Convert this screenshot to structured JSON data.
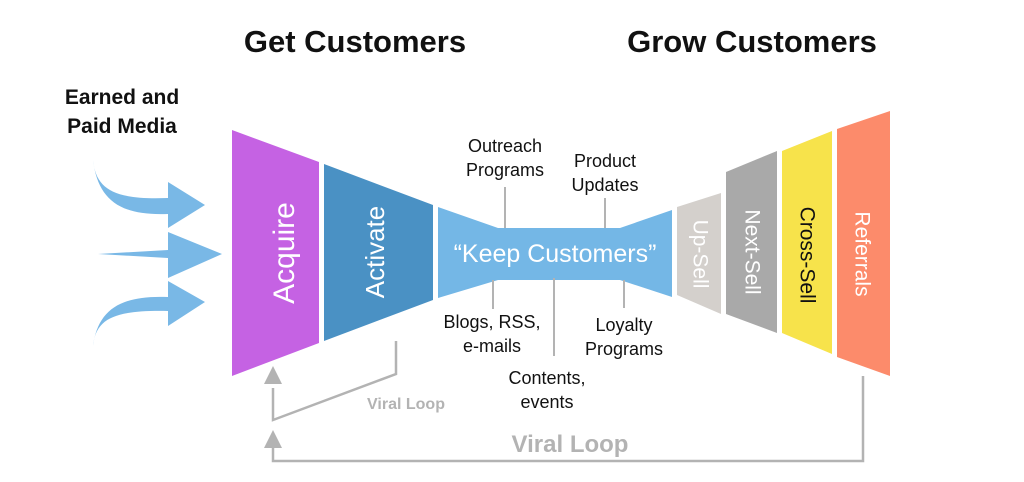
{
  "headers": {
    "get": "Get Customers",
    "grow": "Grow Customers"
  },
  "media": {
    "line1": "Earned and",
    "line2": "Paid Media"
  },
  "stages": {
    "acquire": {
      "label": "Acquire",
      "color": "#c562e3"
    },
    "activate": {
      "label": "Activate",
      "color": "#4a91c4"
    },
    "keep": {
      "label": "“Keep Customers”",
      "color": "#74b7e6"
    },
    "upsell": {
      "label": "Up-Sell",
      "color": "#d4d0cc"
    },
    "nextsell": {
      "label": "Next-Sell",
      "color": "#a9a9a9"
    },
    "crosssell": {
      "label": "Cross-Sell",
      "color": "#f7e34b"
    },
    "referrals": {
      "label": "Referrals",
      "color": "#fc8b6b"
    }
  },
  "notes": {
    "outreach": [
      "Outreach",
      "Programs"
    ],
    "product": [
      "Product",
      "Updates"
    ],
    "blogs": [
      "Blogs, RSS,",
      "e-mails"
    ],
    "contents": [
      "Contents,",
      "events"
    ],
    "loyalty": [
      "Loyalty",
      "Programs"
    ]
  },
  "loops": {
    "inner": "Viral Loop",
    "outer": "Viral Loop"
  },
  "colors": {
    "arrow": "#79b8e6",
    "loop": "#b3b3b3",
    "connector": "#b3b3b3"
  }
}
